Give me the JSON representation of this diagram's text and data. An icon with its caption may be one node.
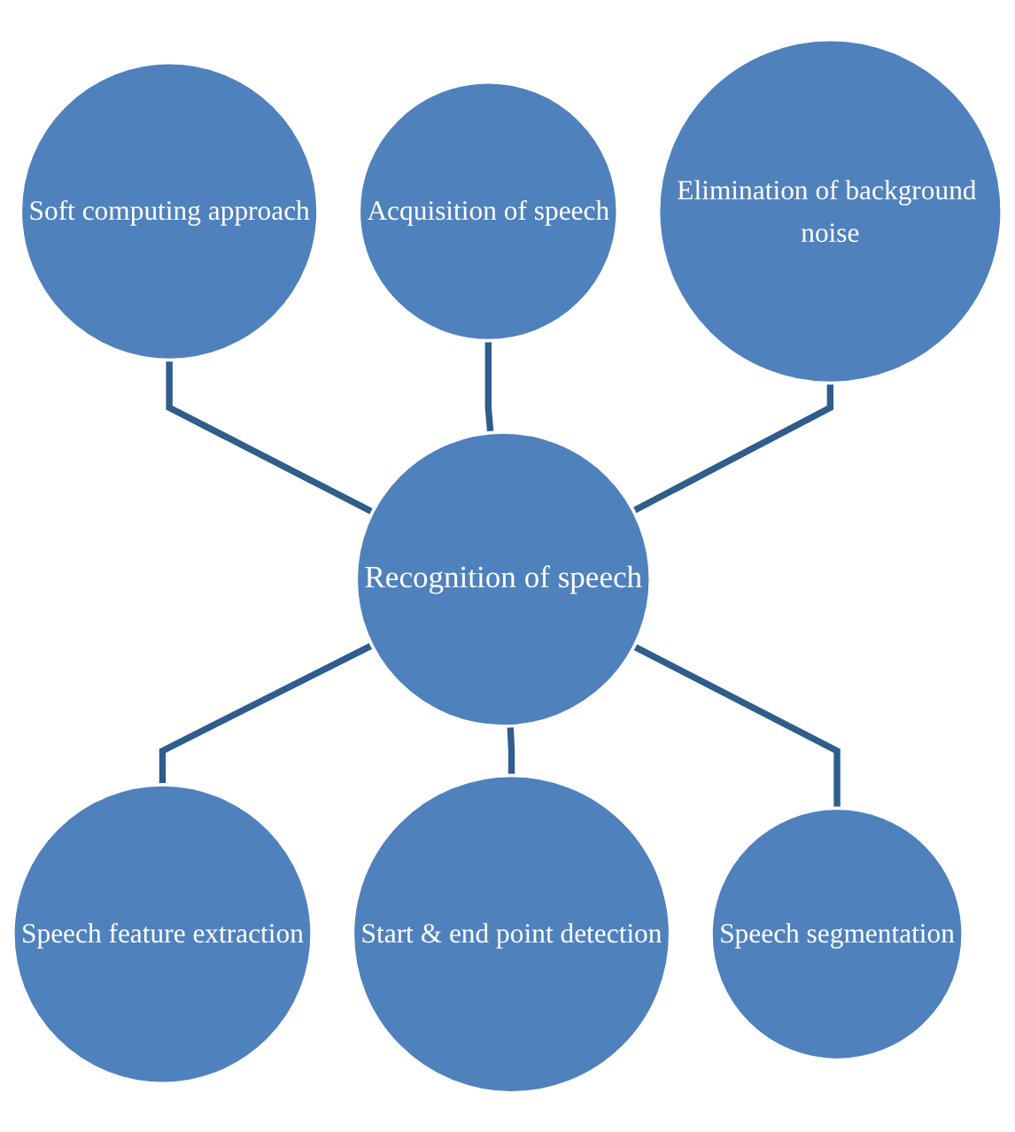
{
  "diagram": {
    "nodes": [
      {
        "text": [
          "Recognition of speech"
        ]
      },
      {
        "text": [
          "Acquisition of speech"
        ]
      },
      {
        "text": [
          "Elimination of background noise"
        ]
      },
      {
        "text": [
          "Speech segmentation"
        ]
      },
      {
        "text": [
          "Start & end point detection"
        ]
      },
      {
        "text": [
          "Speech feature extraction"
        ]
      },
      {
        "text": [
          "Soft computing approach"
        ]
      }
    ],
    "edges": [
      {
        "from": 6,
        "to": 0,
        "arrow": "none"
      },
      {
        "from": 1,
        "to": 0,
        "arrow": "none"
      },
      {
        "from": 2,
        "to": 0,
        "arrow": "none"
      },
      {
        "from": 0,
        "to": 5,
        "arrow": "none"
      },
      {
        "from": 0,
        "to": 4,
        "arrow": "none"
      },
      {
        "from": 0,
        "to": 3,
        "arrow": "none"
      }
    ]
  }
}
